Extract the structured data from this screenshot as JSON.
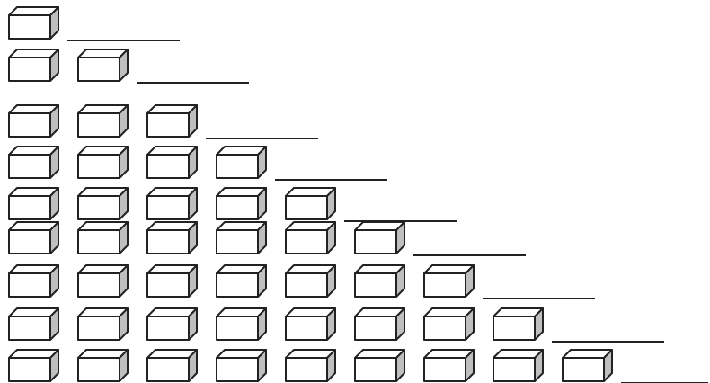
{
  "worksheet": {
    "rows": [
      {
        "block_count": 1,
        "answer": ""
      },
      {
        "block_count": 2,
        "answer": ""
      },
      {
        "block_count": 3,
        "answer": ""
      },
      {
        "block_count": 4,
        "answer": ""
      },
      {
        "block_count": 5,
        "answer": ""
      },
      {
        "block_count": 6,
        "answer": ""
      },
      {
        "block_count": 7,
        "answer": ""
      },
      {
        "block_count": 8,
        "answer": ""
      },
      {
        "block_count": 9,
        "answer": ""
      }
    ],
    "block_icon": "cube-block-icon",
    "colors": {
      "stroke": "#222222",
      "face": "#ffffff",
      "side": "#bfbfbf"
    }
  }
}
